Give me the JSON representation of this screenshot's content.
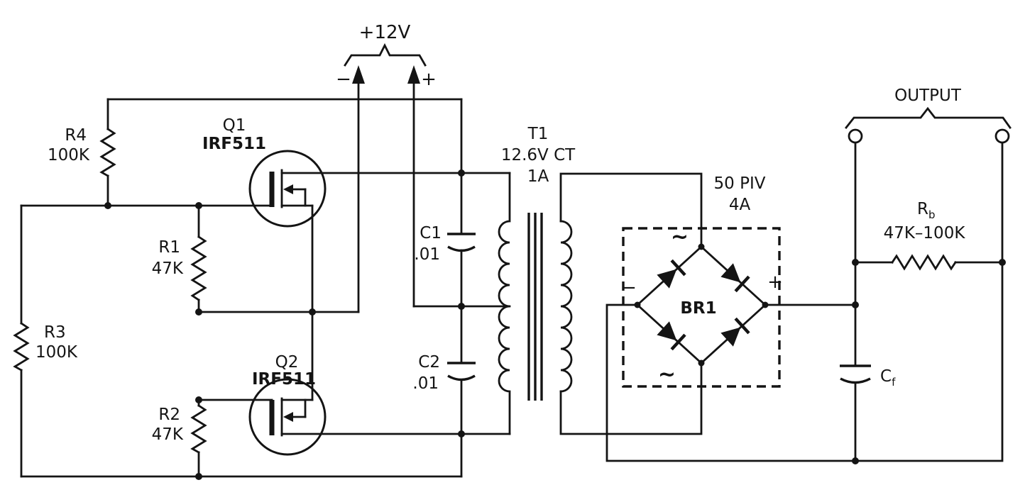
{
  "colors": {
    "ink": "#141414",
    "background": "#ffffff"
  },
  "supply": {
    "label": "+12V",
    "negative": "−",
    "positive": "+"
  },
  "mosfets": {
    "q1": {
      "ref": "Q1",
      "part": "IRF511"
    },
    "q2": {
      "ref": "Q2",
      "part": "IRF511"
    }
  },
  "resistors": {
    "r1": {
      "ref": "R1",
      "value": "47K"
    },
    "r2": {
      "ref": "R2",
      "value": "47K"
    },
    "r3": {
      "ref": "R3",
      "value": "100K"
    },
    "r4": {
      "ref": "R4",
      "value": "100K"
    },
    "rb": {
      "ref": "R",
      "sub": "b",
      "value": "47K–100K"
    }
  },
  "capacitors": {
    "c1": {
      "ref": "C1",
      "value": ".01"
    },
    "c2": {
      "ref": "C2",
      "value": ".01"
    },
    "cf": {
      "ref": "C",
      "sub": "f"
    }
  },
  "transformer": {
    "ref": "T1",
    "rating": "12.6V CT",
    "current": "1A"
  },
  "bridge": {
    "ref": "BR1",
    "rating": "50 PIV",
    "current": "4A",
    "ac_top": "~",
    "ac_bottom": "~",
    "neg": "−",
    "pos": "+"
  },
  "output": {
    "label": "OUTPUT"
  }
}
